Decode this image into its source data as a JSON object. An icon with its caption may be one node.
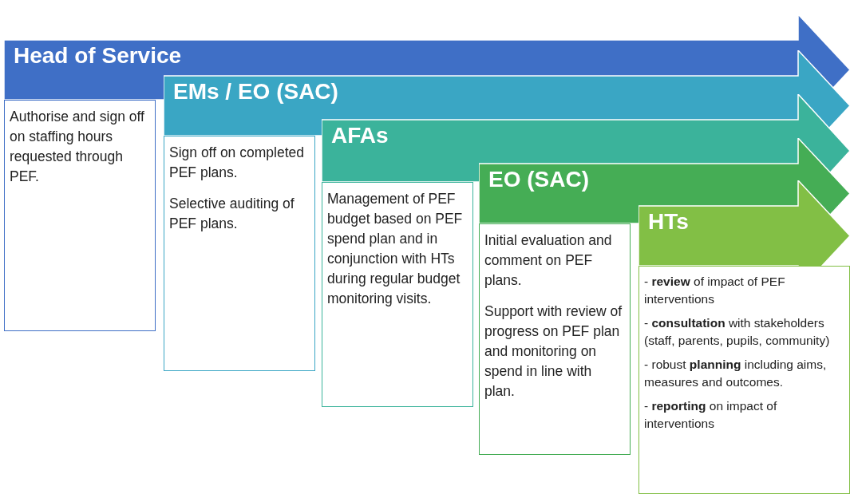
{
  "diagram": {
    "nodes": [
      {
        "text": [
          "Head of Service"
        ]
      },
      {
        "text": [
          "Authorise and sign off on staffing hours requested through PEF."
        ]
      },
      {
        "text": [
          "EMs / EO (SAC)"
        ]
      },
      {
        "text": [
          "Sign off on completed PEF plans.",
          "Selective auditing of PEF plans."
        ]
      },
      {
        "text": [
          "AFAs"
        ]
      },
      {
        "text": [
          "Management of PEF budget based on PEF spend plan and in conjunction with HTs during regular budget monitoring visits."
        ]
      },
      {
        "text": [
          "EO (SAC)"
        ]
      },
      {
        "text": [
          "Initial evaluation and comment on PEF plans.",
          "Support with review of progress on PEF plan and monitoring on spend in line with plan."
        ]
      },
      {
        "text": [
          "HTs"
        ]
      },
      {
        "text": [
          "- **review** of impact of PEF interventions",
          "- **consultation** with stakeholders (staff, parents, pupils, community)",
          "- robust **planning** including aims, measures and outcomes.",
          "- **reporting** on impact of interventions"
        ]
      }
    ]
  }
}
